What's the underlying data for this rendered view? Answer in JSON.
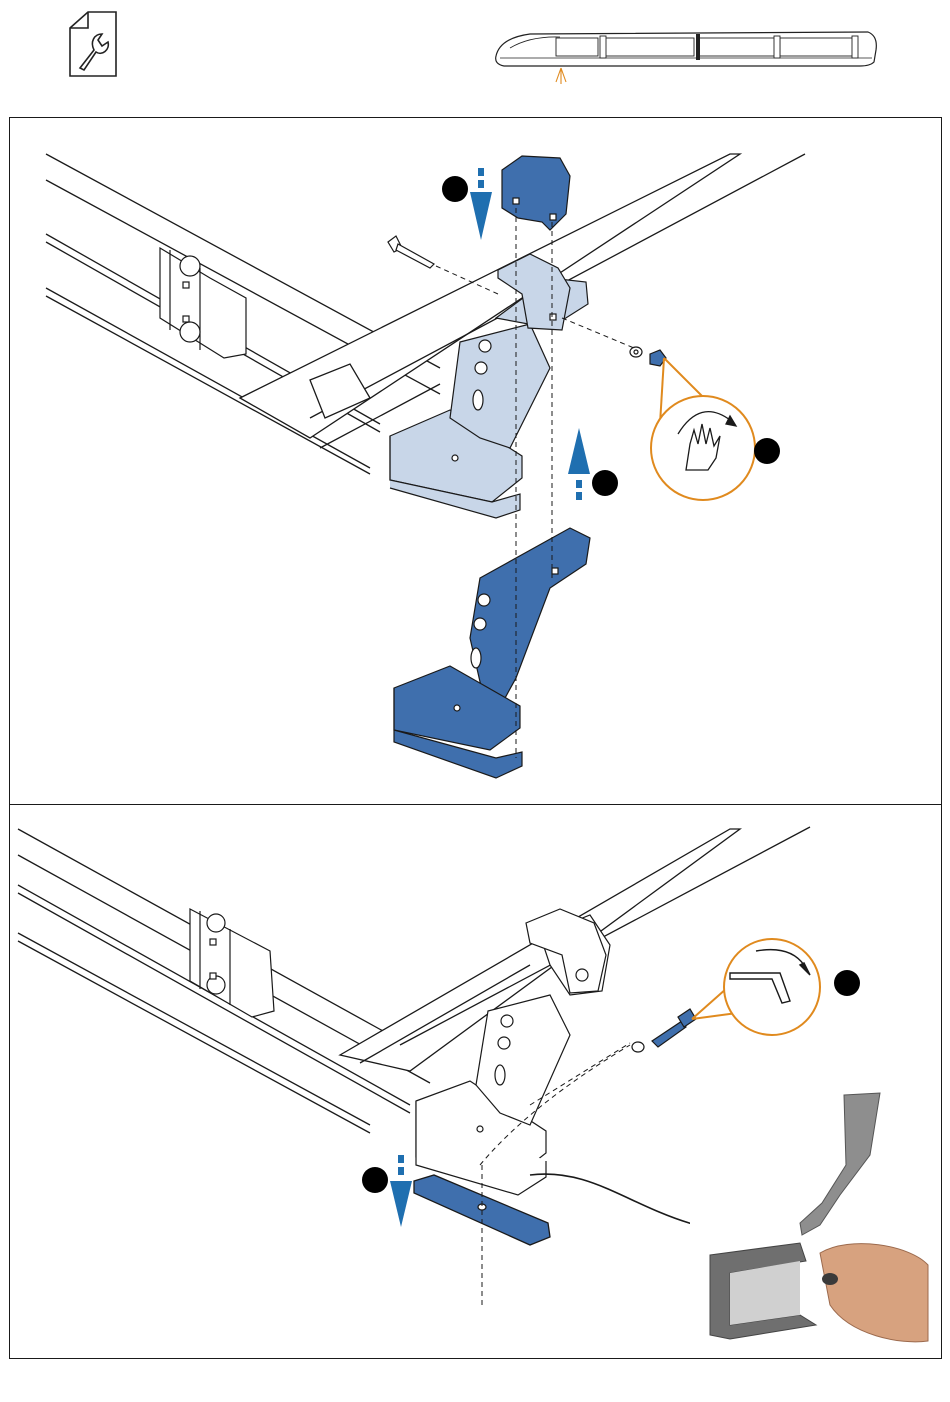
{
  "header": {
    "service_icon": "wrench-document-icon",
    "locator_icon": "roof-rack-position-icon"
  },
  "step1": {
    "markers": [
      {
        "id": "marker-1",
        "label": ""
      },
      {
        "id": "marker-2",
        "label": ""
      },
      {
        "id": "marker-3",
        "label": ""
      }
    ],
    "callout_icon": "hand-tighten-icon"
  },
  "step2": {
    "markers": [
      {
        "id": "marker-4",
        "label": ""
      },
      {
        "id": "marker-5",
        "label": ""
      }
    ],
    "callout_icon": "allen-key-icon",
    "photo": "photo-bracket-with-plate"
  },
  "colors": {
    "part_blue": "#3f6fad",
    "part_light_blue": "#c8d6e8",
    "arrow_blue": "#1f6fb0",
    "callout_orange": "#e08a1e",
    "line": "#1a1a1a"
  }
}
